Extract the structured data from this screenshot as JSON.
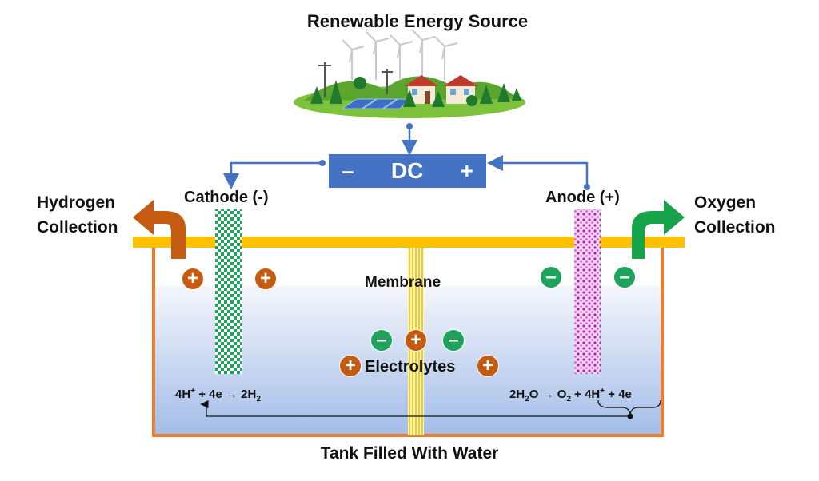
{
  "title": "Renewable Energy Source",
  "dc": {
    "minus": "–",
    "label": "DC",
    "plus": "+"
  },
  "cathode_label": "Cathode (-)",
  "anode_label": "Anode (+)",
  "hydrogen": {
    "line1": "Hydrogen",
    "line2": "Collection"
  },
  "oxygen": {
    "line1": "Oxygen",
    "line2": "Collection"
  },
  "membrane_label": "Membrane",
  "electrolytes_label": "Electrolytes",
  "tank_label": "Tank Filled With Water",
  "ion_symbols": {
    "positive": "+",
    "negative": "–"
  },
  "equations": {
    "cathode": {
      "a": "4H",
      "sup1": "+",
      "b": " + 4e ",
      "arrow": "→",
      "c": " 2H",
      "sub1": "2"
    },
    "anode": {
      "a": "2H",
      "sub1": "2",
      "b": "O ",
      "arrow": "→",
      "c": " O",
      "sub2": "2",
      "d": " + 4H",
      "sup1": "+",
      "e": " + 4e"
    }
  },
  "colors": {
    "dc_box": "#4472c4",
    "wire": "#4472c4",
    "tank_border": "#ed7d31",
    "lid": "#ffc000",
    "water_top": "#e9eef8",
    "water_bottom": "#9fb9e6",
    "hydrogen_arrow": "#c55a11",
    "oxygen_arrow": "#16a34a",
    "cathode": "#1fa35c",
    "anode": "#cc44cc",
    "positive_ion": "#c55a11",
    "negative_ion": "#1fa35c"
  }
}
